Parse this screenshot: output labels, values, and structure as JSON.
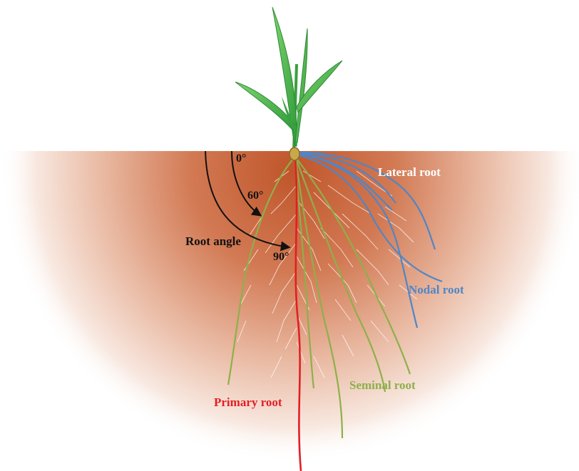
{
  "labels": {
    "lateral_root": "Lateral root",
    "nodal_root": "Nodal root",
    "seminal_root": "Seminal root",
    "primary_root": "Primary root",
    "root_angle": "Root angle",
    "angle_0": "0°",
    "angle_60": "60°",
    "angle_90": "90°"
  },
  "colors": {
    "primary_root": "#e31e24",
    "seminal_root": "#8db04a",
    "nodal_root": "#4f86c6",
    "lateral_root": "#ffffff",
    "soil": "#c0552a",
    "leaf": "#4cb848",
    "seed": "#c9a84a",
    "arrow": "#111111"
  },
  "icons": [
    "plant-shoot",
    "seed",
    "root-angle-arrows"
  ]
}
